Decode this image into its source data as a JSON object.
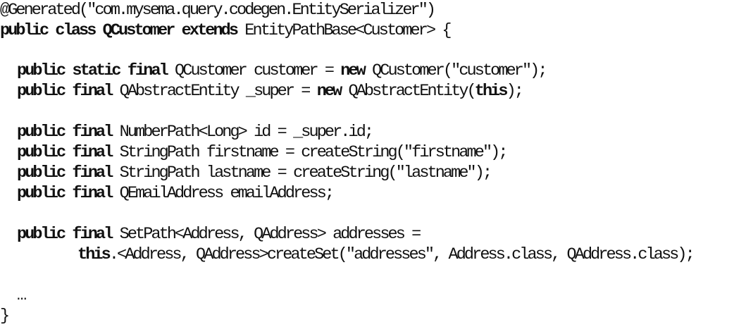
{
  "code": {
    "annotation": "@Generated(\"com.mysema.query.codegen.EntitySerializer\")",
    "class_decl": {
      "kw": "public class",
      "name": "QCustomer",
      "extends_kw": "extends",
      "rest": "EntityPathBase<Customer> {"
    },
    "field_customer": {
      "kw": "public static final",
      "decl": "QCustomer customer = ",
      "new_kw": "new",
      "rest": "QCustomer(\"customer\");"
    },
    "field_super": {
      "kw": "public final",
      "decl": "QAbstractEntity _super = ",
      "new_kw": "new",
      "mid": "QAbstractEntity(",
      "this_kw": "this",
      "end": ");"
    },
    "field_id": {
      "kw": "public final",
      "rest": "NumberPath<Long> id = _super.id;"
    },
    "field_firstname": {
      "kw": "public final",
      "rest": "StringPath firstname = createString(\"firstname\");"
    },
    "field_lastname": {
      "kw": "public final",
      "rest": "StringPath lastname = createString(\"lastname\");"
    },
    "field_email": {
      "kw": "public final",
      "rest": "QEmailAddress emailAddress;"
    },
    "field_addresses": {
      "kw": "public final",
      "rest": "SetPath<Address, QAddress> addresses ="
    },
    "addresses_init": {
      "this_kw": "this",
      "rest": ".<Address, QAddress>createSet(\"addresses\", Address.class, QAddress.class);"
    },
    "ellipsis": "…",
    "closing_brace": "}"
  }
}
